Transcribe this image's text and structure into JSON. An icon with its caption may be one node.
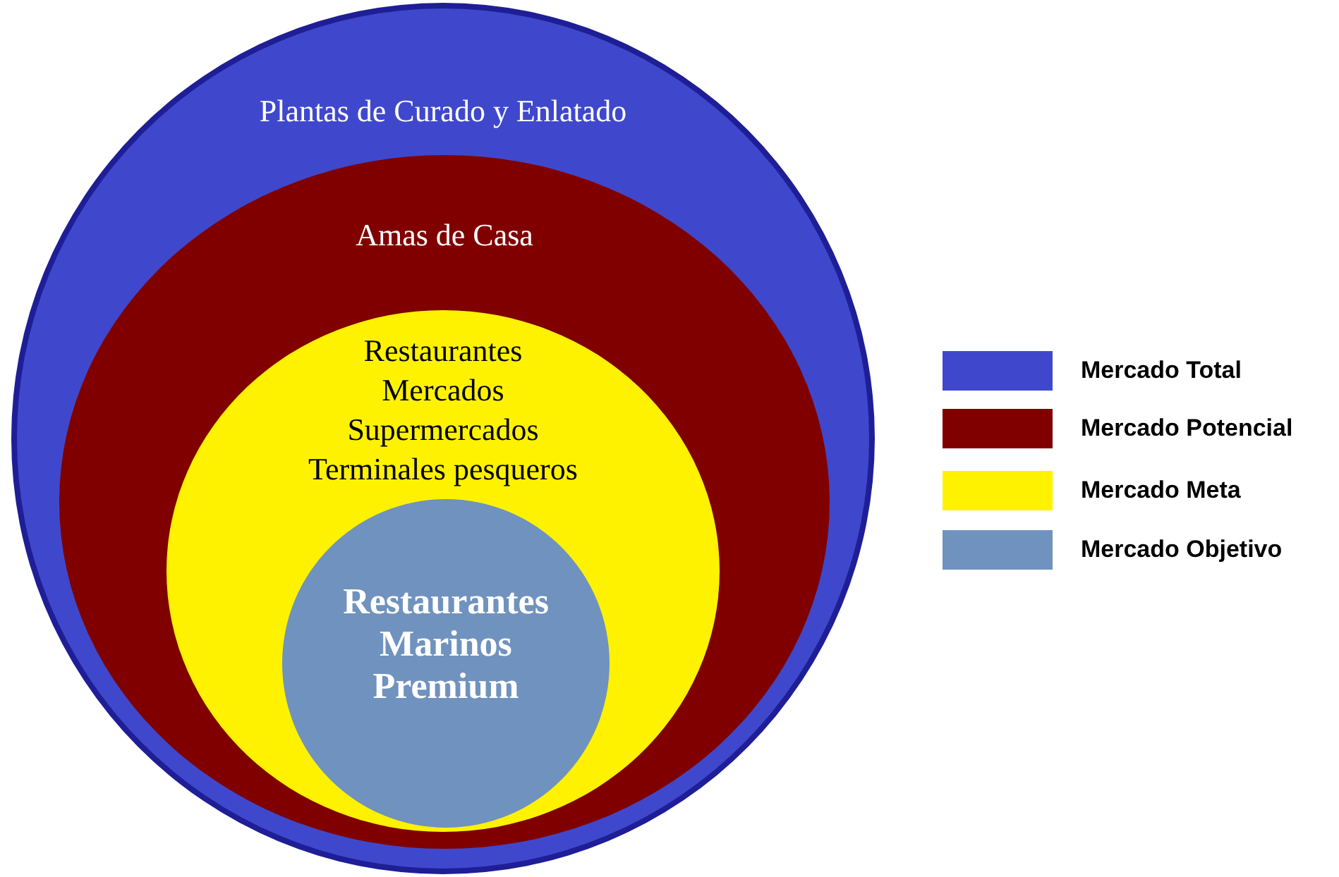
{
  "diagram": {
    "nodes": [
      {
        "text": [
          "Plantas de Curado y Enlatado"
        ]
      },
      {
        "text": [
          "Amas de Casa"
        ],
        "in": 0
      },
      {
        "text": [
          "Restaurantes",
          "Mercados",
          "Supermercados",
          "Terminales pesqueros"
        ],
        "in": 1
      },
      {
        "text": [
          "Restaurantes Marinos Premium"
        ],
        "in": 2
      }
    ],
    "legend": [
      {
        "text": "Mercado Total",
        "color": "#3f48cc"
      },
      {
        "text": "Mercado Potencial",
        "color": "#800000"
      },
      {
        "text": "Mercado Meta",
        "color": "#fff200"
      },
      {
        "text": "Mercado Objetivo",
        "color": "#7092be"
      }
    ]
  }
}
